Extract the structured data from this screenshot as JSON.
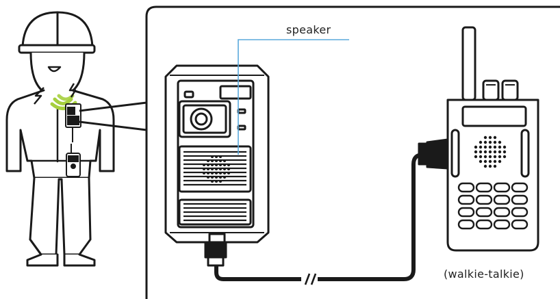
{
  "labels": {
    "speaker": "speaker",
    "walkie_talkie": "(walkie-talkie)"
  },
  "colors": {
    "line": "#1a1a1a",
    "leader_line": "#5aa9dc",
    "signal_green": "#a6cf3e"
  },
  "icons": {
    "worker": "worker-figure",
    "device": "body-camera-speaker",
    "radio": "walkie-talkie",
    "cable_break": "cable-break-icon"
  }
}
